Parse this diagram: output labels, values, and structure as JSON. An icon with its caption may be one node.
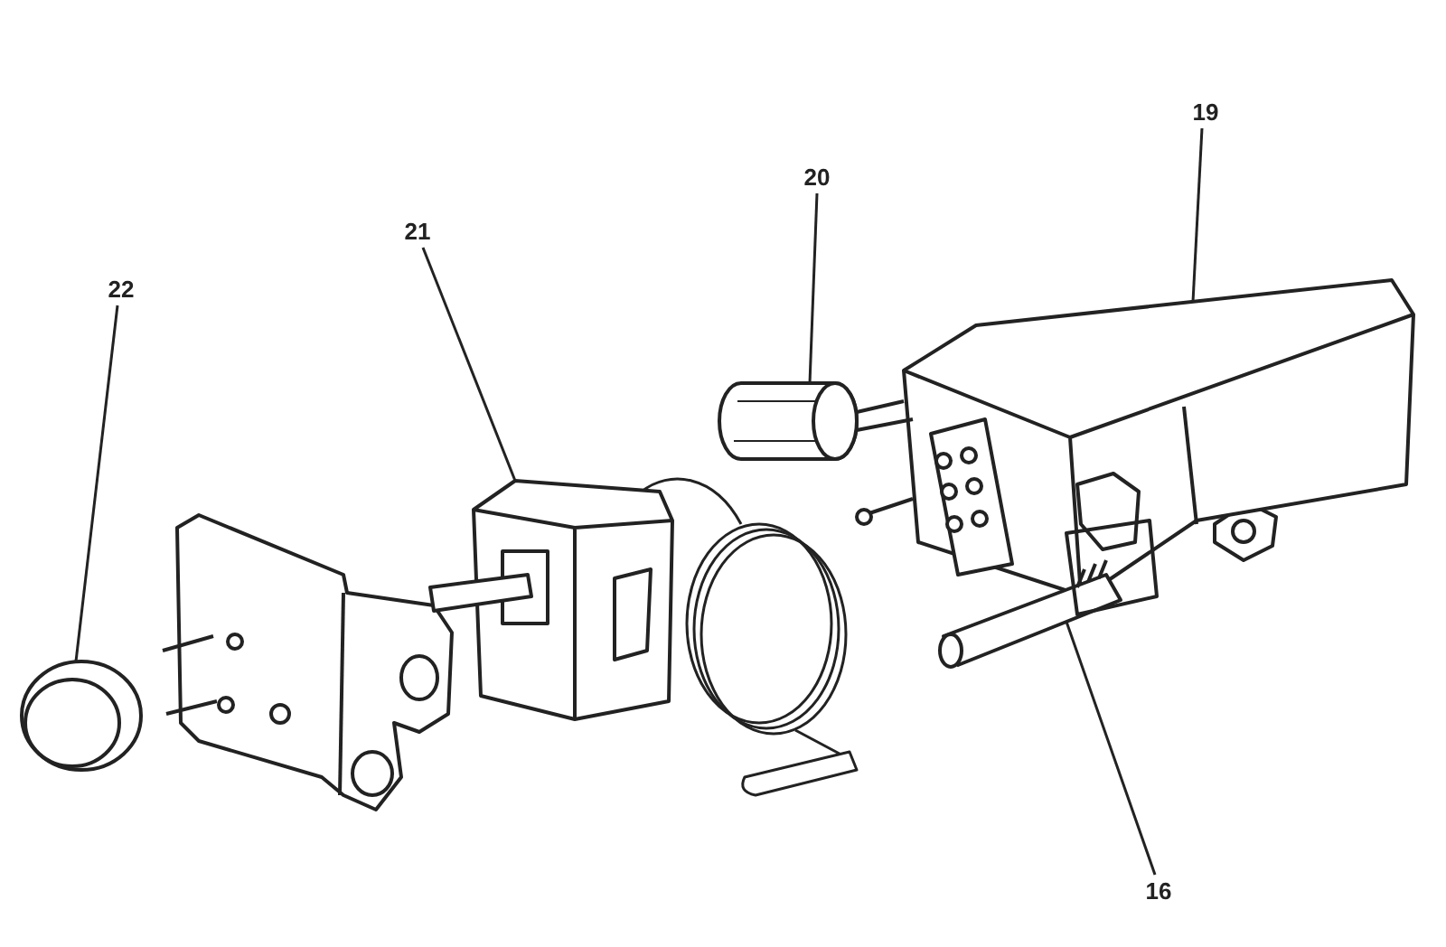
{
  "diagram": {
    "nodes": [
      {
        "text": [
          "19"
        ]
      },
      {
        "text": [
          "20"
        ]
      },
      {
        "text": [
          "21"
        ]
      },
      {
        "text": [
          "22"
        ]
      },
      {
        "text": [
          "16"
        ]
      },
      {
        "text": [],
        "shape": "picture"
      },
      {
        "text": [],
        "shape": "picture"
      },
      {
        "text": [],
        "shape": "picture"
      },
      {
        "text": [],
        "shape": "picture"
      },
      {
        "text": [],
        "shape": "picture"
      }
    ],
    "edges": [
      {
        "from": 0,
        "to": 5,
        "arrow": "none"
      },
      {
        "from": 1,
        "to": 6,
        "arrow": "none"
      },
      {
        "from": 2,
        "to": 7,
        "arrow": "none"
      },
      {
        "from": 3,
        "to": 8,
        "arrow": "none"
      },
      {
        "from": 4,
        "to": 9,
        "arrow": "none"
      }
    ]
  }
}
